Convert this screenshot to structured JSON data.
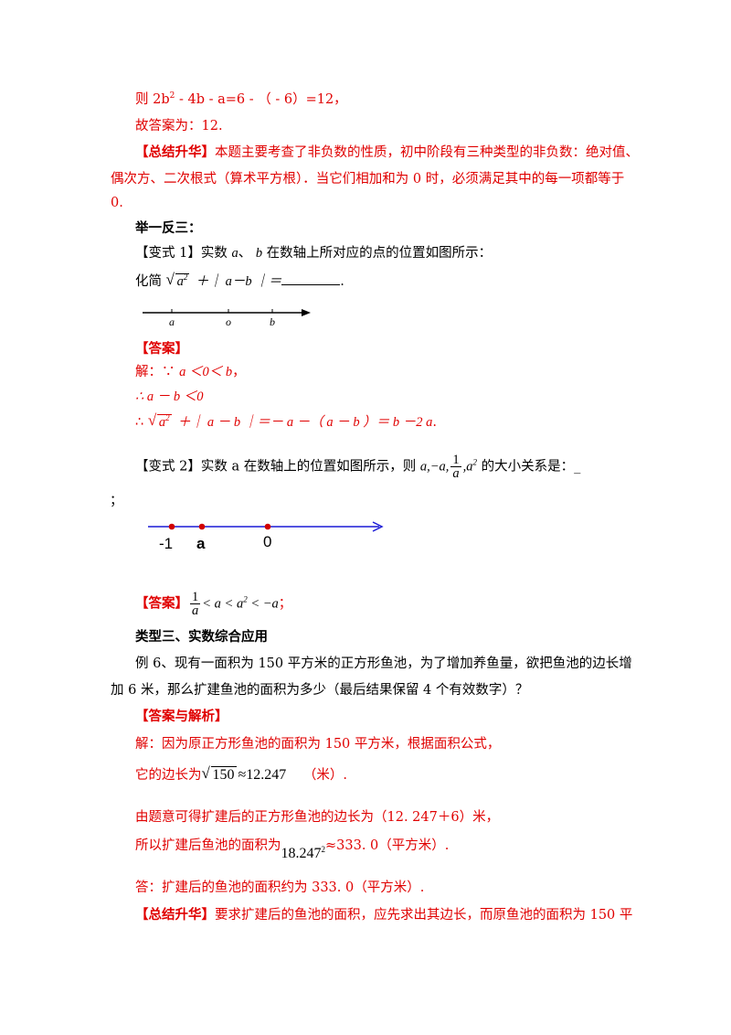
{
  "p1": {
    "pre": "则 2b",
    "exp": "2",
    "post": " - 4b - a=6 - （ - 6）=12，"
  },
  "p2": "故答案为：12.",
  "summary1": {
    "tag": "【总结升华】",
    "text1": "本题主要考查了非负数的性质，初中阶段有三种类型的非负数：绝对值、",
    "text2": "偶次方、二次根式（算术平方根）．当它们相加和为 0 时，必须满足其中的每一项都等于",
    "text3": "0."
  },
  "section1": "举一反三：",
  "variant1": {
    "tag": "【变式 1】",
    "t1": "实数",
    "a": "a",
    "sep": "、",
    "b": "b",
    "t2": "在数轴上所对应的点的位置如图所示：",
    "simplify": "化简",
    "rad_var": "a",
    "rad_exp": "2",
    "expr": "＋｜ a－b ｜＝",
    "end": ".",
    "axis_labels": [
      "a",
      "o",
      "b"
    ]
  },
  "answer1": {
    "tag": "【答案】",
    "l1_pre": "解：∵",
    "l1_math": "a ＜0＜ b",
    "l1_end": "，",
    "l2": "∴ a － b ＜0",
    "l3_pre": "∴",
    "l3_rad_var": "a",
    "l3_rad_exp": "2",
    "l3_rest": "＋｜ a － b ｜＝－ a －（ a － b ）＝ b －2 a",
    "l3_end": "."
  },
  "variant2": {
    "tag": "【变式 2】",
    "text": "实数 a 在数轴上的位置如图所示，则",
    "list_pre": "a,−a,",
    "frac_num": "1",
    "frac_den": "a",
    "list_post": ",a",
    "list_exp": "2",
    "text2": "的大小关系是：_",
    "semicolon": "；",
    "axis_labels": [
      "-1",
      "a",
      "0"
    ]
  },
  "answer2": {
    "tag": "【答案】",
    "frac_num": "1",
    "frac_den": "a",
    "rest_pre": "< a < a",
    "rest_exp": "2",
    "rest_post": " < −a",
    "end": "；"
  },
  "type3": "类型三、实数综合应用",
  "example6": {
    "l1": "例 6、现有一面积为 150 平方米的正方形鱼池，为了增加养鱼量，欲把鱼池的边长增",
    "l2": "加 6 米，那么扩建鱼池的面积为多少（最后结果保留 4 个有效数字）？"
  },
  "answer3": {
    "tag": "【答案与解析】",
    "l1": "解：因为原正方形鱼池的面积为 150 平方米，根据面积公式，",
    "l2_pre": "它的边长为",
    "l2_rad": "150",
    "l2_approx": "≈12.247",
    "l2_unit": "（米）.",
    "l3": "由题意可得扩建后的正方形鱼池的边长为（12. 247＋6）米，",
    "l4_pre": "所以扩建后鱼池的面积为",
    "l4_val": "18.247",
    "l4_exp": "2",
    "l4_post": "≈333. 0（平方米）.",
    "l5": "答：扩建后的鱼池的面积约为 333. 0（平方米）."
  },
  "summary2": {
    "tag": "【总结升华】",
    "text": "要求扩建后的鱼池的面积，应先求出其边长，而原鱼池的面积为 150 平"
  }
}
